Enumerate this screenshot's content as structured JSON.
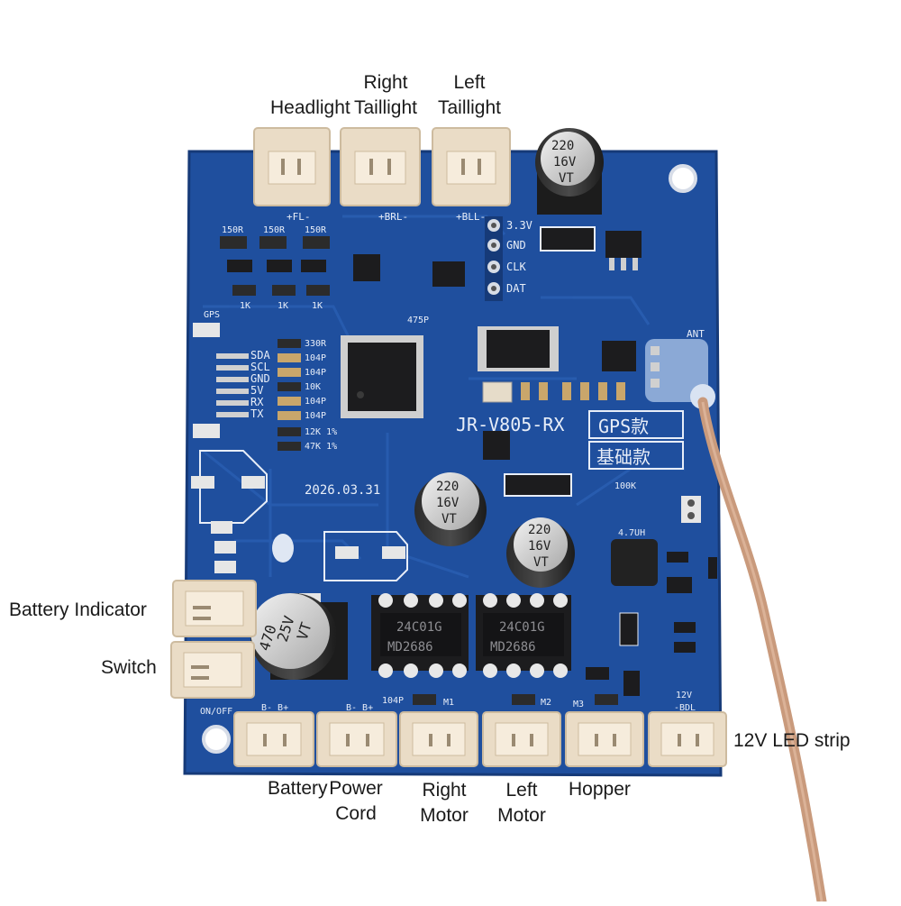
{
  "labels": {
    "headlight": "Headlight",
    "right_taillight": [
      "Right",
      "Taillight"
    ],
    "left_taillight": [
      "Left",
      "Taillight"
    ],
    "battery_indicator": "Battery Indicator",
    "switch": "Switch",
    "battery": "Battery",
    "power_cord": [
      "Power",
      "Cord"
    ],
    "right_motor": [
      "Right",
      "Motor"
    ],
    "left_motor": [
      "Left",
      "Motor"
    ],
    "hopper": "Hopper",
    "led_strip": "12V LED strip"
  },
  "board_print": {
    "model": "JR-V805-RX",
    "gps_box": "GPS款",
    "basic_box": "基础款",
    "date": "2026.03.31",
    "cap_220": [
      "220",
      "16V",
      "VT"
    ],
    "cap_470": [
      "470",
      "25V",
      "VT"
    ],
    "ic_driver": [
      "MD2686",
      "24C01G"
    ],
    "pins_right": [
      "3.3V",
      "GND",
      "CLK",
      "DAT"
    ],
    "gps_pins": [
      "GPS",
      "SDA",
      "SCL",
      "GND",
      "5V",
      "RX",
      "TX"
    ],
    "resistors_left": [
      "330R",
      "104P",
      "104P",
      "10K",
      "104P",
      "104P",
      "12K 1%",
      "47K 1%"
    ],
    "resistors_top": [
      "150R",
      "150R",
      "150R",
      "1K",
      "1K",
      "1K"
    ],
    "silk_fl": "+FL-",
    "silk_brl": "+BRL-",
    "silk_bll": "+BLL-",
    "silk_bdl": "-BDL",
    "silk_12v": "12V",
    "silk_onoff": "ON/OFF",
    "silk_b": "B-  B+",
    "silk_m1": "M1",
    "silk_m2": "M2",
    "silk_m3": "M3",
    "silk_104p": "104P",
    "silk_47uh": "4.7UH",
    "silk_100k": "100K",
    "silk_ant": "ANT",
    "silk_475p": "475P"
  },
  "colors": {
    "board": "#1f4f9e",
    "board_dark": "#173f83",
    "connector": "#eadcc6",
    "connector_shade": "#cdbb9f",
    "chip": "#1c1c1e",
    "silk": "#e8eef8",
    "cable": "#c99a7c"
  }
}
